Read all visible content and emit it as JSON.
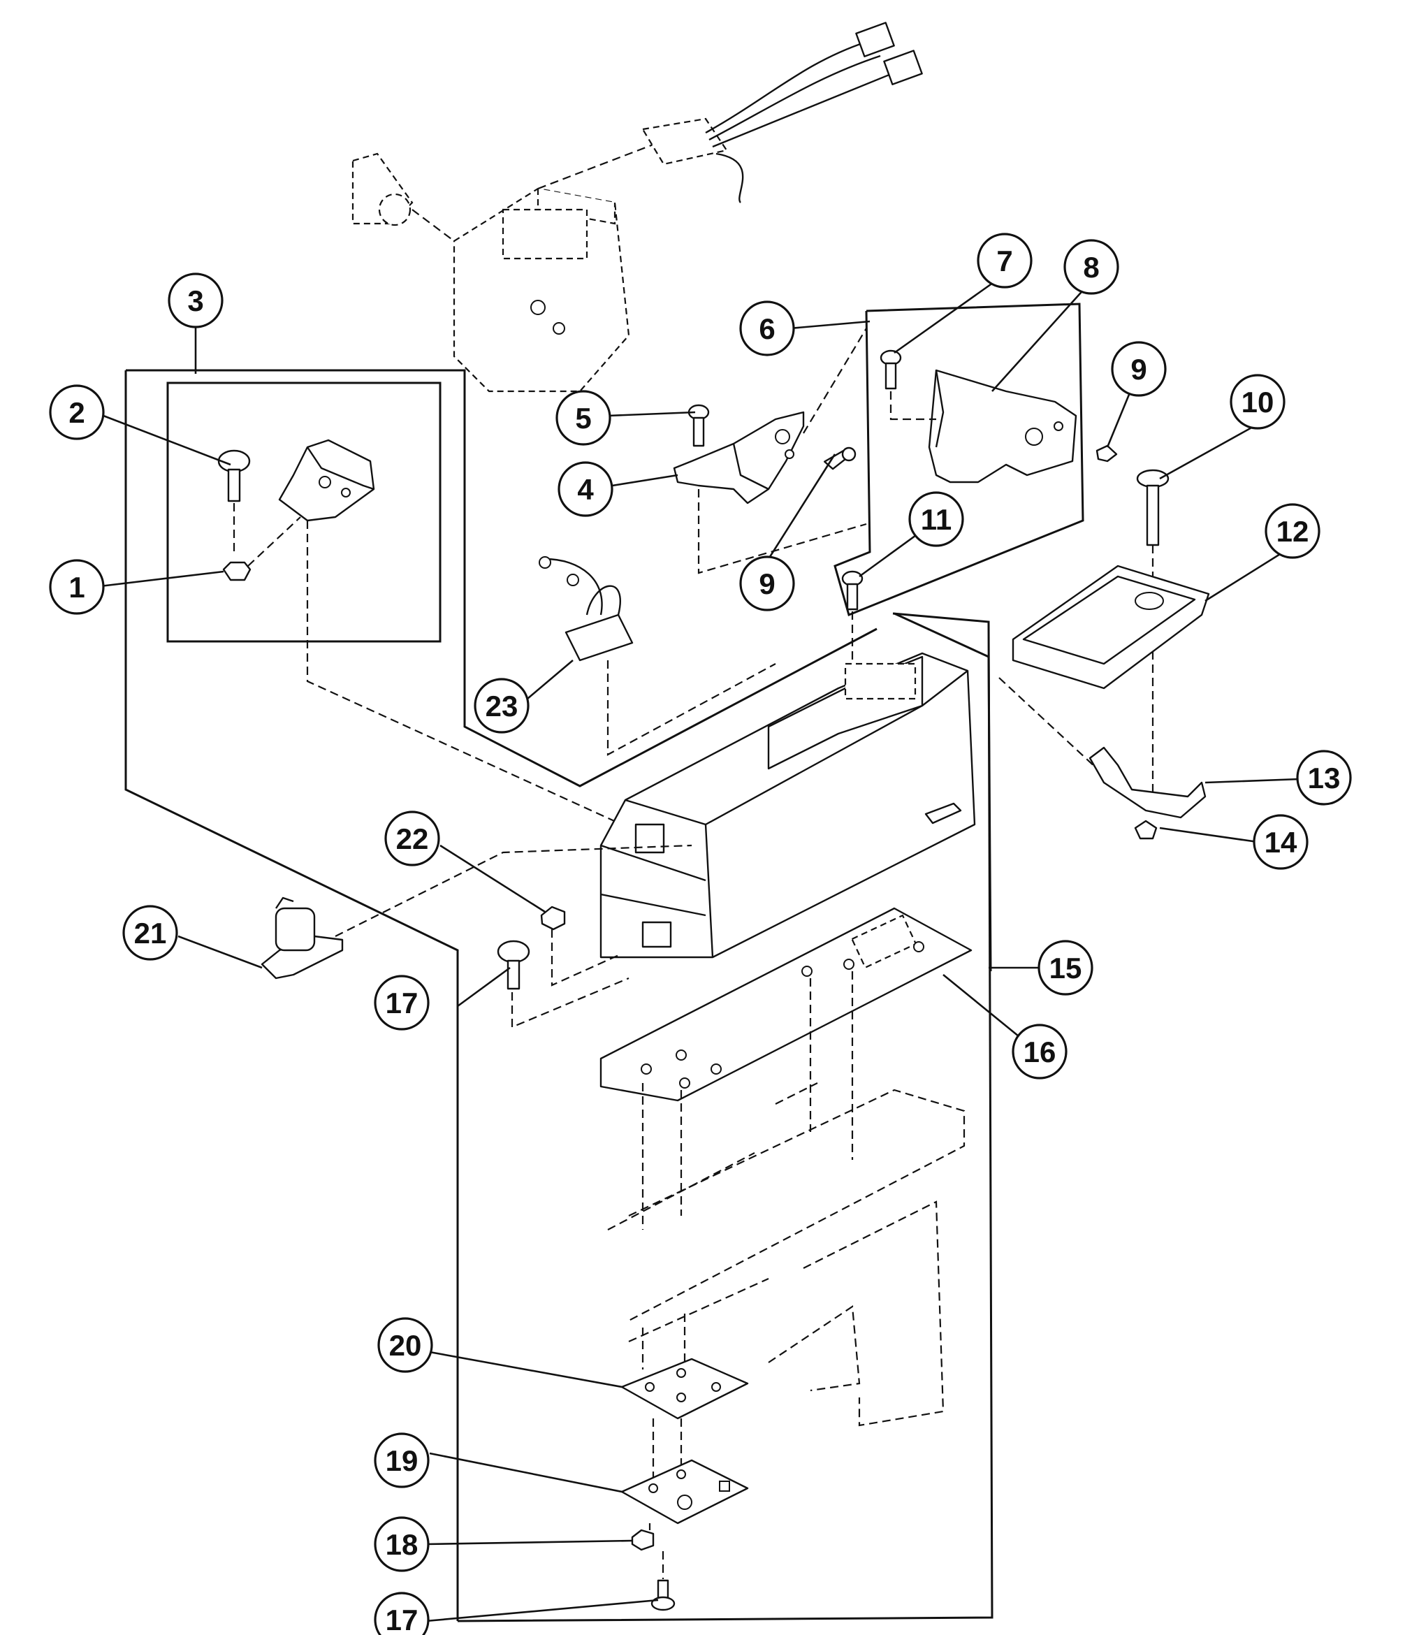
{
  "callouts": [
    {
      "id": "c1",
      "label": "1"
    },
    {
      "id": "c2",
      "label": "2"
    },
    {
      "id": "c3",
      "label": "3"
    },
    {
      "id": "c4",
      "label": "4"
    },
    {
      "id": "c5",
      "label": "5"
    },
    {
      "id": "c6",
      "label": "6"
    },
    {
      "id": "c7",
      "label": "7"
    },
    {
      "id": "c8",
      "label": "8"
    },
    {
      "id": "c9a",
      "label": "9"
    },
    {
      "id": "c9b",
      "label": "9"
    },
    {
      "id": "c10",
      "label": "10"
    },
    {
      "id": "c11",
      "label": "11"
    },
    {
      "id": "c12",
      "label": "12"
    },
    {
      "id": "c13",
      "label": "13"
    },
    {
      "id": "c14",
      "label": "14"
    },
    {
      "id": "c15",
      "label": "15"
    },
    {
      "id": "c16",
      "label": "16"
    },
    {
      "id": "c17a",
      "label": "17"
    },
    {
      "id": "c17b",
      "label": "17"
    },
    {
      "id": "c18",
      "label": "18"
    },
    {
      "id": "c19",
      "label": "19"
    },
    {
      "id": "c20",
      "label": "20"
    },
    {
      "id": "c21",
      "label": "21"
    },
    {
      "id": "c22",
      "label": "22"
    },
    {
      "id": "c23",
      "label": "23"
    }
  ]
}
